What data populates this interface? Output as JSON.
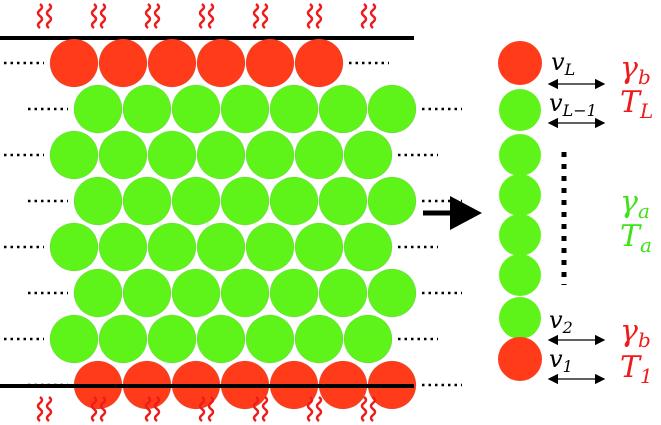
{
  "colors": {
    "red": "#ff3b1a",
    "green": "#5ef41a",
    "label_red": "#ee1b1b",
    "label_green": "#3fe21a",
    "black": "#000000"
  },
  "left_panel": {
    "wavy_top_count": 7,
    "wavy_bottom_count": 7,
    "rows": [
      {
        "color": "red",
        "count": 6,
        "offset": "left"
      },
      {
        "color": "green",
        "count": 7,
        "offset": "right"
      },
      {
        "color": "green",
        "count": 7,
        "offset": "left"
      },
      {
        "color": "green",
        "count": 7,
        "offset": "right"
      },
      {
        "color": "green",
        "count": 7,
        "offset": "left"
      },
      {
        "color": "green",
        "count": 7,
        "offset": "right"
      },
      {
        "color": "green",
        "count": 7,
        "offset": "left"
      },
      {
        "color": "red",
        "count": 7,
        "offset": "right"
      }
    ]
  },
  "right_panel": {
    "chain": [
      "red",
      "green",
      "green",
      "green",
      "green",
      "green",
      "green",
      "red"
    ],
    "velocity_labels": [
      {
        "base": "v",
        "sub": "L"
      },
      {
        "base": "v",
        "sub": "L−1"
      },
      {
        "base": "v",
        "sub": "2"
      },
      {
        "base": "v",
        "sub": "1"
      }
    ],
    "param_labels": {
      "gamma_b_top": {
        "base": "γ",
        "sub": "b"
      },
      "T_L": {
        "base": "T",
        "sub": "L"
      },
      "gamma_a": {
        "base": "γ",
        "sub": "a"
      },
      "T_a": {
        "base": "T",
        "sub": "a"
      },
      "gamma_b_bottom": {
        "base": "γ",
        "sub": "b"
      },
      "T_1": {
        "base": "T",
        "sub": "1"
      }
    }
  }
}
